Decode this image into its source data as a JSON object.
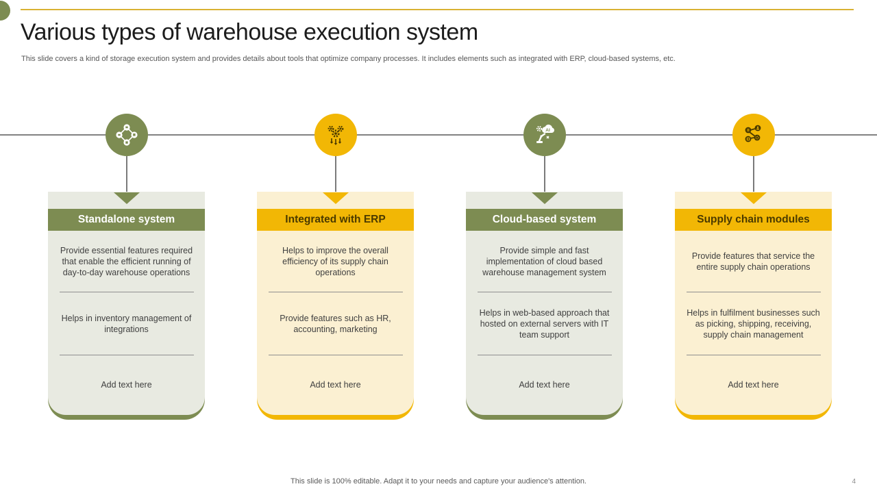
{
  "slide": {
    "title": "Various types of warehouse execution system",
    "subtitle": "This slide covers a kind of storage execution system and provides details about tools that optimize company processes. It includes elements such as integrated with ERP,  cloud-based systems, etc.",
    "footer_note": "This slide is 100% editable.  Adapt it to your needs and capture your audience's attention.",
    "page_number": "4"
  },
  "colors": {
    "olive_green": "#7d8c52",
    "olive_green_light": "#e8eae1",
    "amber_yellow": "#f2b705",
    "amber_yellow_light": "#fbf0d2",
    "top_rule_gold": "#d9b233",
    "timeline_gray": "#828282",
    "body_text": "#404040",
    "yellow_header_text": "#4a3a00"
  },
  "columns": [
    {
      "theme": "green",
      "icon": "supply-cycle-icon",
      "title": "Standalone system",
      "point1": "Provide essential features required that enable the efficient running of day-to-day warehouse operations",
      "point2": "Helps in inventory management of integrations",
      "placeholder": "Add text here"
    },
    {
      "theme": "yellow",
      "icon": "gears-icon",
      "title": "Integrated with ERP",
      "point1": "Helps to improve the overall efficiency of its supply chain operations",
      "point2": "Provide features such as HR, accounting, marketing",
      "placeholder": "Add text here"
    },
    {
      "theme": "green",
      "icon": "ai-cloud-automation-icon",
      "title": "Cloud-based system",
      "point1": "Provide simple and fast implementation of cloud based warehouse management system",
      "point2": "Helps in web-based approach that hosted on external servers with IT team support",
      "placeholder": "Add text here"
    },
    {
      "theme": "yellow",
      "icon": "supply-chain-network-icon",
      "title": "Supply chain modules",
      "point1": "Provide features that service the entire supply chain operations",
      "point2": "Helps in fulfilment businesses such as picking, shipping, receiving, supply chain management",
      "placeholder": "Add text here"
    }
  ]
}
